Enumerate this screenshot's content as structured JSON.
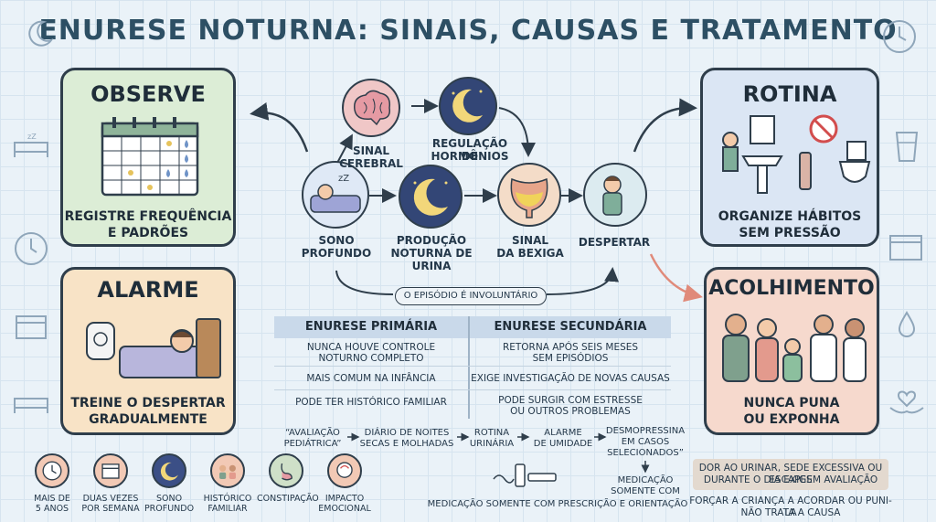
{
  "title": "Enurese Noturna: Sinais, Causas e Tratamento",
  "cards": {
    "observe": {
      "title": "OBSERVE",
      "caption_1": "REGISTRE FREQUÊNCIA",
      "caption_2": "E PADRÕES"
    },
    "alarme": {
      "title": "ALARME",
      "caption_1": "TREINE O DESPERTAR",
      "caption_2": "GRADUALMENTE"
    },
    "rotina": {
      "title": "ROTINA",
      "caption_1": "ORGANIZE HÁBITOS",
      "caption_2": "SEM PRESSÃO"
    },
    "acolhimento": {
      "title": "ACOLHIMENTO",
      "caption_1": "NUNCA PUNA",
      "caption_2": "OU EXPONHA"
    }
  },
  "flow": {
    "sono_1": "SONO",
    "sono_2": "PROFUNDO",
    "sinal_cerebral_1": "SINAL",
    "sinal_cerebral_2": "CEREBRAL",
    "regulacao_1": "REGULAÇÃO DE",
    "regulacao_2": "HORMÔNIOS",
    "producao_1": "PRODUÇÃO",
    "producao_2": "NOTURNA DE",
    "producao_3": "URINA",
    "bexiga_1": "SINAL",
    "bexiga_2": "DA BEXIGA",
    "despertar": "DESPERTAR",
    "involuntario": "O EPISÓDIO É INVOLUNTÁRIO"
  },
  "table": {
    "primaria": {
      "header": "ENURESE PRIMÁRIA",
      "r1_1": "NUNCA HOUVE CONTROLE",
      "r1_2": "NOTURNO COMPLETO",
      "r2": "MAIS COMUM NA INFÂNCIA",
      "r3": "PODE TER HISTÓRICO FAMILIAR"
    },
    "secundaria": {
      "header": "ENURESE SECUNDÁRIA",
      "r1_1": "RETORNA APÓS SEIS MESES",
      "r1_2": "SEM EPISÓDIOS",
      "r2": "EXIGE INVESTIGAÇÃO DE NOVAS CAUSAS",
      "r3_1": "PODE SURGIR COM ESTRESSE",
      "r3_2": "OU OUTROS PROBLEMAS"
    }
  },
  "steps": {
    "s1_1": "“AVALIAÇÃO",
    "s1_2": "PEDIÁTRICA”",
    "s2_1": "DIÁRIO DE NOITES",
    "s2_2": "SECAS E MOLHADAS",
    "s3_1": "ROTINA",
    "s3_2": "URINÁRIA",
    "s4_1": "ALARME",
    "s4_2": "DE UMIDADE",
    "s5_1": "DESMOPRESSINA",
    "s5_2": "EM CASOS",
    "s5_3": "SELECIONADOS”",
    "s6_1": "MEDICAÇÃO",
    "s6_2": "SOMENTE COM",
    "note": "MEDICAÇÃO SOMENTE COM PRESCRIÇÃO E ORIENTAÇÃO"
  },
  "factors": [
    {
      "l1": "MAIS DE",
      "l2": "5 ANOS",
      "icon": "clock-icon",
      "color": "#f2c9b5"
    },
    {
      "l1": "DUAS VEZES",
      "l2": "POR SEMANA",
      "icon": "calendar-icon",
      "color": "#f2c9b5"
    },
    {
      "l1": "SONO",
      "l2": "PROFUNDO",
      "icon": "moon-icon",
      "color": "#3b4f86"
    },
    {
      "l1": "HISTÓRICO",
      "l2": "FAMILIAR",
      "icon": "family-icon",
      "color": "#f2c9b5"
    },
    {
      "l1": "CONSTIPAÇÃO",
      "l2": "",
      "icon": "stomach-icon",
      "color": "#cfe0c8"
    },
    {
      "l1": "IMPACTO",
      "l2": "EMOCIONAL",
      "icon": "head-icon",
      "color": "#f2c9b5"
    }
  ],
  "warnings": {
    "w1_1": "DOR AO URINAR, SEDE EXCESSIVA OU ESCAPES",
    "w1_2": "DURANTE O DIA EXIGEM AVALIAÇÃO",
    "w2_1": "FORÇAR A CRIANÇA A ACORDAR OU PUNI-LA",
    "w2_2": "NÃO TRATA A CAUSA"
  },
  "colors": {
    "observe": "#dcedd6",
    "alarme": "#f8e3c6",
    "rotina": "#dbe6f4",
    "acolhimento": "#f6d9cd",
    "outline": "#2f3e4b",
    "arrow_accent": "#e08a7a"
  }
}
